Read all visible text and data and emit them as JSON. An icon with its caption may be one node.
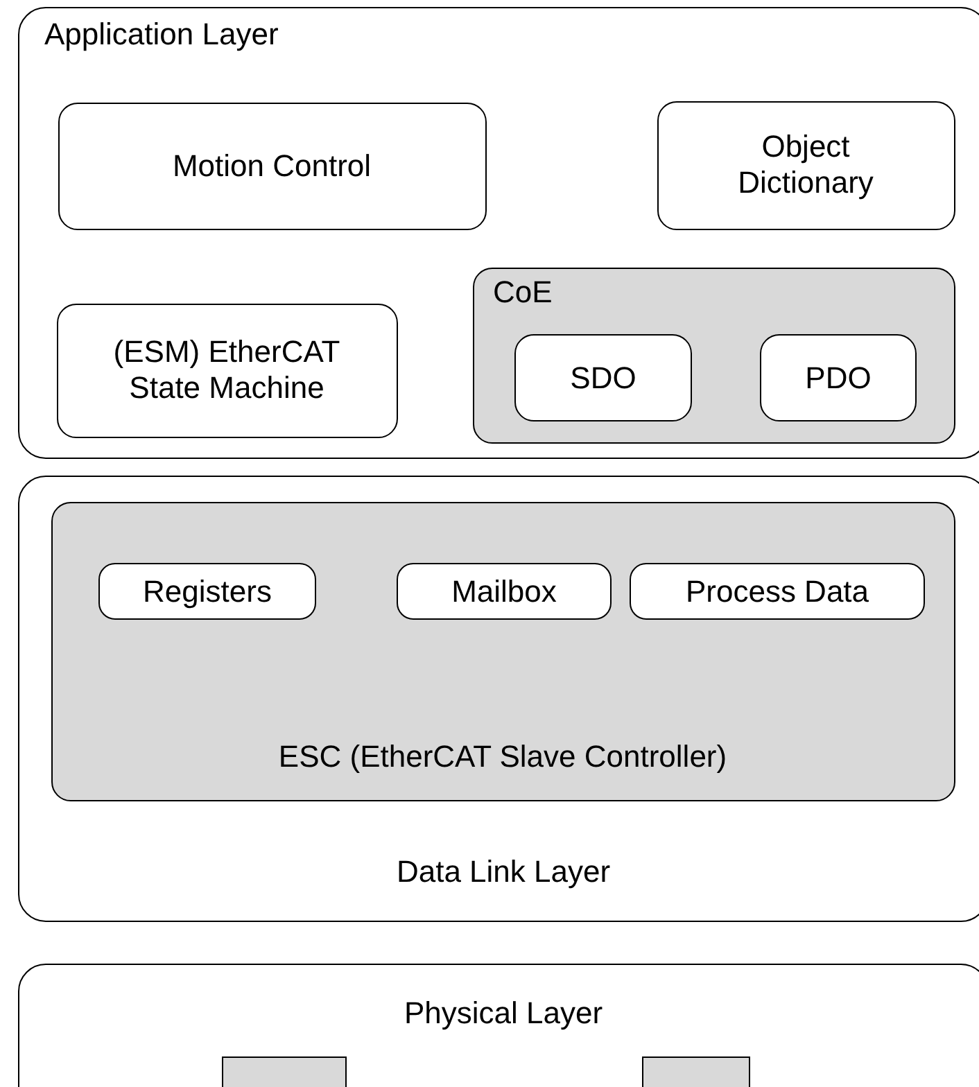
{
  "diagram": {
    "nodes": [
      {
        "text": [
          "Application Layer"
        ]
      },
      {
        "text": [
          "Motion Control"
        ],
        "in": 0
      },
      {
        "text": [
          "Object Dictionary"
        ],
        "in": 0
      },
      {
        "text": [
          "(ESM) EtherCAT State Machine"
        ],
        "in": 0
      },
      {
        "text": [
          "CoE"
        ],
        "in": 0
      },
      {
        "text": [
          "SDO"
        ],
        "in": 4
      },
      {
        "text": [
          "PDO"
        ],
        "in": 4
      },
      {
        "text": [
          "Data Link Layer"
        ]
      },
      {
        "text": [
          "ESC (EtherCAT Slave Controller)"
        ],
        "in": 7
      },
      {
        "text": [
          "Registers"
        ],
        "in": 8
      },
      {
        "text": [
          "Mailbox"
        ],
        "in": 8
      },
      {
        "text": [
          "Process Data"
        ],
        "in": 8
      },
      {
        "text": [
          "Physical Layer"
        ]
      },
      {
        "text": [],
        "shape": "box",
        "in": 12
      },
      {
        "text": [],
        "shape": "box",
        "in": 12
      }
    ]
  }
}
